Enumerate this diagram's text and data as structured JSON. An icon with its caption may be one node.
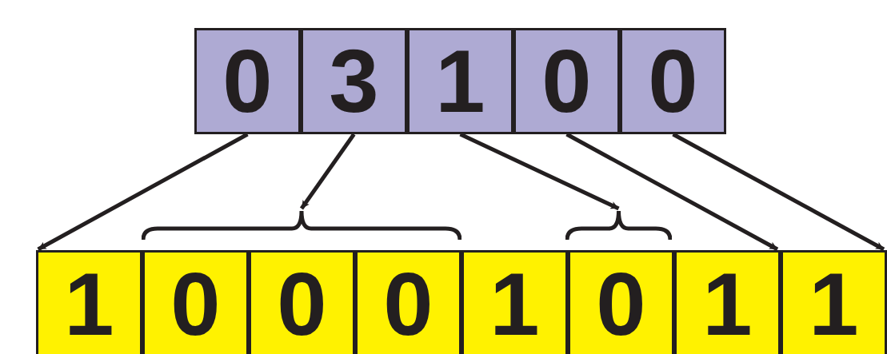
{
  "diagram": {
    "nodes": [
      {
        "text": [
          "0"
        ]
      },
      {
        "text": [
          "3"
        ]
      },
      {
        "text": [
          "1"
        ]
      },
      {
        "text": [
          "0"
        ]
      },
      {
        "text": [
          "0"
        ]
      },
      {
        "text": [],
        "shape": "brace"
      },
      {
        "text": [],
        "shape": "brace"
      },
      {
        "text": [
          "1"
        ]
      },
      {
        "text": [
          "0"
        ]
      },
      {
        "text": [
          "0"
        ]
      },
      {
        "text": [
          "0"
        ]
      },
      {
        "text": [
          "1"
        ]
      },
      {
        "text": [
          "0"
        ]
      },
      {
        "text": [
          "1"
        ]
      },
      {
        "text": [
          "1"
        ]
      }
    ],
    "edges": [
      {
        "from": 0,
        "to": 7,
        "arrow": "to"
      },
      {
        "from": 1,
        "to": 5,
        "arrow": "to"
      },
      {
        "from": 2,
        "to": 6,
        "arrow": "to"
      },
      {
        "from": 3,
        "to": 13,
        "arrow": "to"
      },
      {
        "from": 4,
        "to": 14,
        "arrow": "to"
      }
    ]
  }
}
